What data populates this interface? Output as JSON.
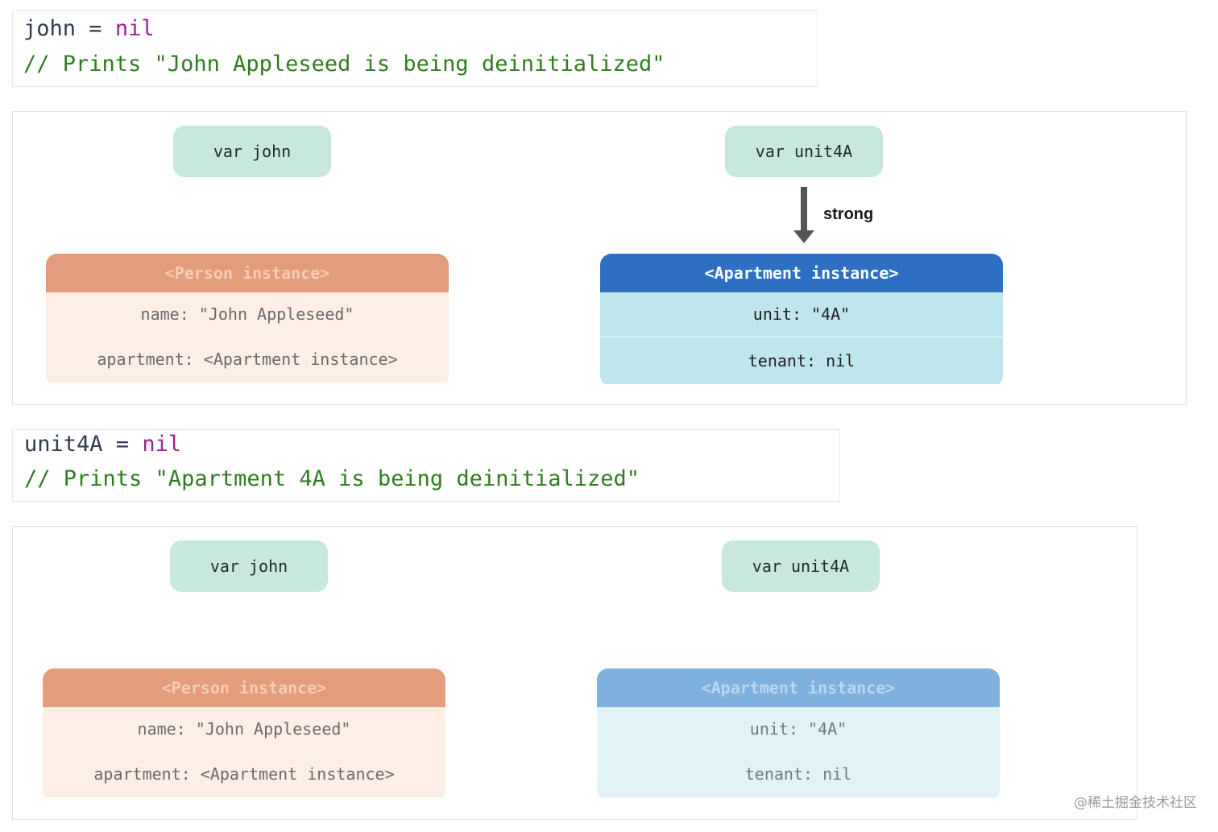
{
  "snippet1": {
    "line1": {
      "target": "john",
      "op": " = ",
      "value": "nil"
    },
    "line2": "// Prints \"John Appleseed is being deinitialized\""
  },
  "diagram1": {
    "var_john": "var john",
    "var_unit4a": "var unit4A",
    "strong_label": "strong",
    "person": {
      "title": "<Person instance>",
      "name": "name: \"John Appleseed\"",
      "apartment": "apartment: <Apartment instance>"
    },
    "apartment": {
      "title": "<Apartment instance>",
      "unit": "unit: \"4A\"",
      "tenant": "tenant: nil"
    }
  },
  "snippet2": {
    "line1": {
      "target": "unit4A",
      "op": " = ",
      "value": "nil"
    },
    "line2": "// Prints \"Apartment 4A is being deinitialized\""
  },
  "diagram2": {
    "var_john": "var john",
    "var_unit4a": "var unit4A",
    "person": {
      "title": "<Person instance>",
      "name": "name: \"John Appleseed\"",
      "apartment": "apartment: <Apartment instance>"
    },
    "apartment": {
      "title": "<Apartment instance>",
      "unit": "unit: \"4A\"",
      "tenant": "tenant: nil"
    }
  },
  "watermark": "@稀土掘金技术社区",
  "colors": {
    "keyword": "#9b2393",
    "comment": "#2f7d1f",
    "var_pill": "#c8e7df",
    "person_header": "#e39c7c",
    "person_body": "#fdeee6",
    "apartment_header_live": "#2e6fc4",
    "apartment_body_live": "#bfe5ef",
    "apartment_header_dead": "#80b0dd",
    "apartment_body_dead": "#e2f3f7",
    "arrow": "#555555"
  }
}
